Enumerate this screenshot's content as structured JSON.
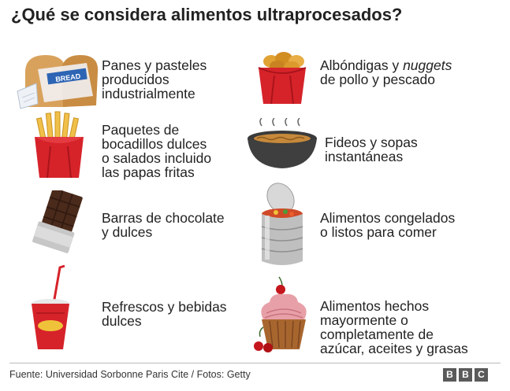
{
  "title": "¿Qué se considera alimentos ultraprocesados?",
  "items": [
    {
      "label": "Panes y pasteles\nproducidos\nindustrialmente",
      "icon": "bread-loaf-icon"
    },
    {
      "label_main": "Albóndigas y ",
      "label_em": "nuggets",
      "label_rest": "\nde pollo y pescado",
      "icon": "nuggets-box-icon"
    },
    {
      "label": "Paquetes de\nbocadillos dulces\no salados incluido\nlas papas fritas",
      "icon": "french-fries-icon"
    },
    {
      "label": "Fideos y sopas\ninstantáneas",
      "icon": "noodle-bowl-icon"
    },
    {
      "label": "Barras de chocolate\ny dulces",
      "icon": "chocolate-bar-icon"
    },
    {
      "label": "Alimentos congelados\no listos para comer",
      "icon": "food-can-icon"
    },
    {
      "label": "Refrescos y bebidas\ndulces",
      "icon": "soda-cup-icon"
    },
    {
      "label": "Alimentos hechos\nmayormente o\ncompletamente de\nazúcar, aceites y grasas",
      "icon": "cupcake-icon"
    }
  ],
  "footer": {
    "source": "Fuente: Universidad Sorbonne Paris Cite / Fotos: Getty",
    "logo_letters": [
      "B",
      "B",
      "C"
    ]
  }
}
